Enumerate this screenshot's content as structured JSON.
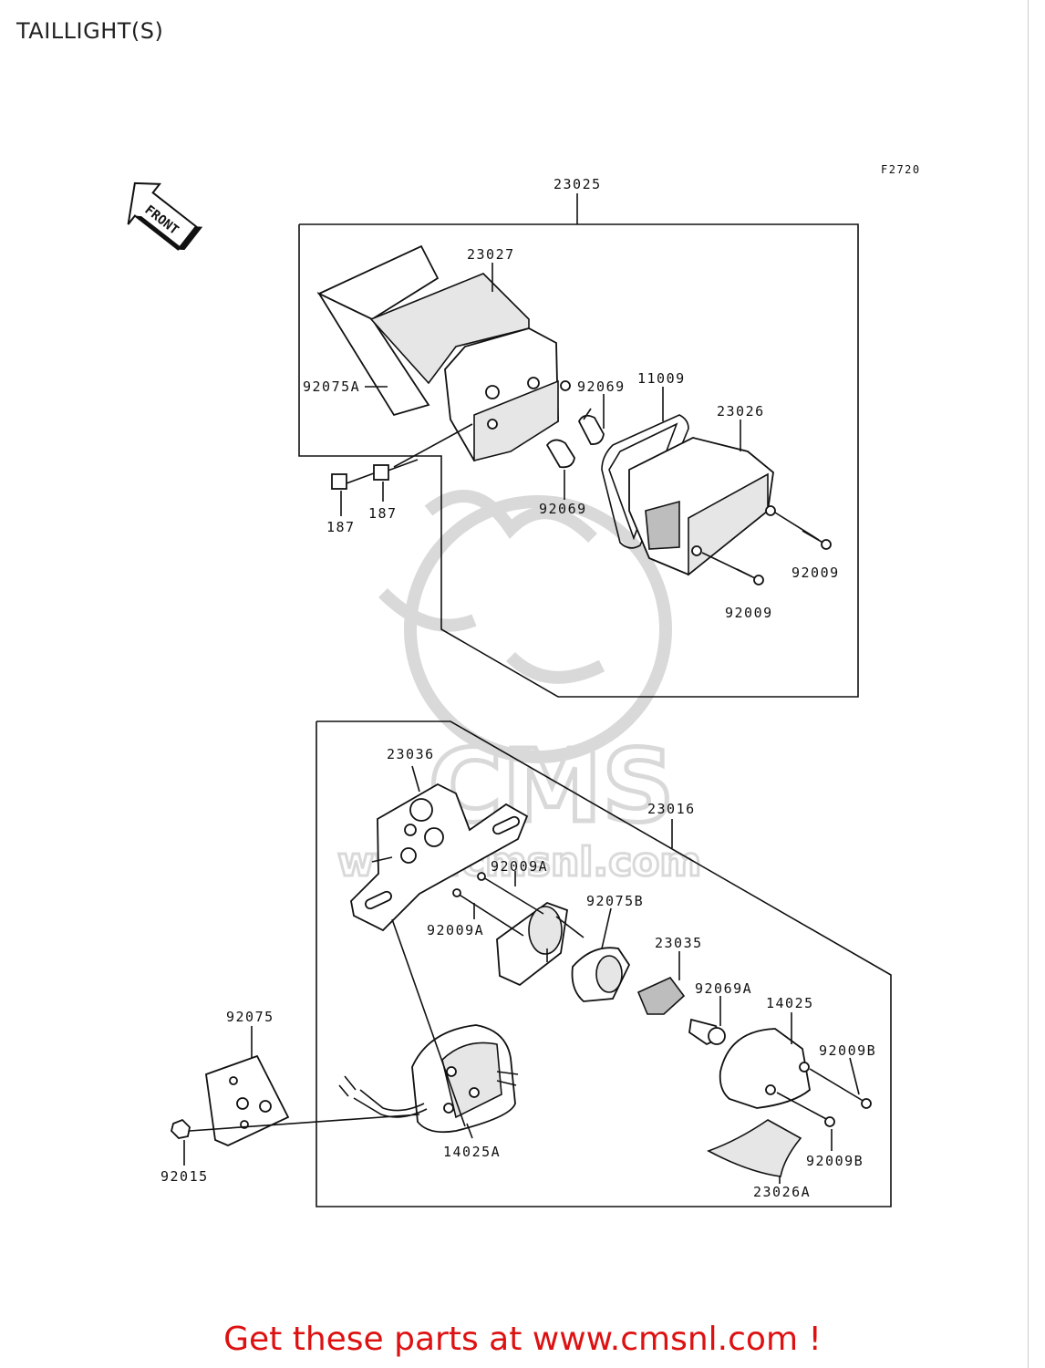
{
  "page": {
    "title": "TAILLIGHT(S)",
    "figure_code": "F2720",
    "front_marker": "FRONT",
    "footer": "Get these parts at www.cmsnl.com !"
  },
  "watermark": {
    "brand": "CMS",
    "url": "www.cmsnl.com"
  },
  "assemblies": [
    {
      "id": "upper",
      "part_no": "23025"
    },
    {
      "id": "lower",
      "part_no": "23016"
    }
  ],
  "part_labels": [
    "23027",
    "92075A",
    "92069",
    "92069",
    "11009",
    "23026",
    "187",
    "187",
    "92009",
    "92009",
    "23036",
    "92009A",
    "92009A",
    "92075B",
    "23035",
    "92069A",
    "14025",
    "92009B",
    "92009B",
    "92075",
    "14025A",
    "92015",
    "23026A"
  ],
  "colors": {
    "line": "#111111",
    "watermark": "#d9d9d9",
    "footer_text": "#dd1111"
  }
}
